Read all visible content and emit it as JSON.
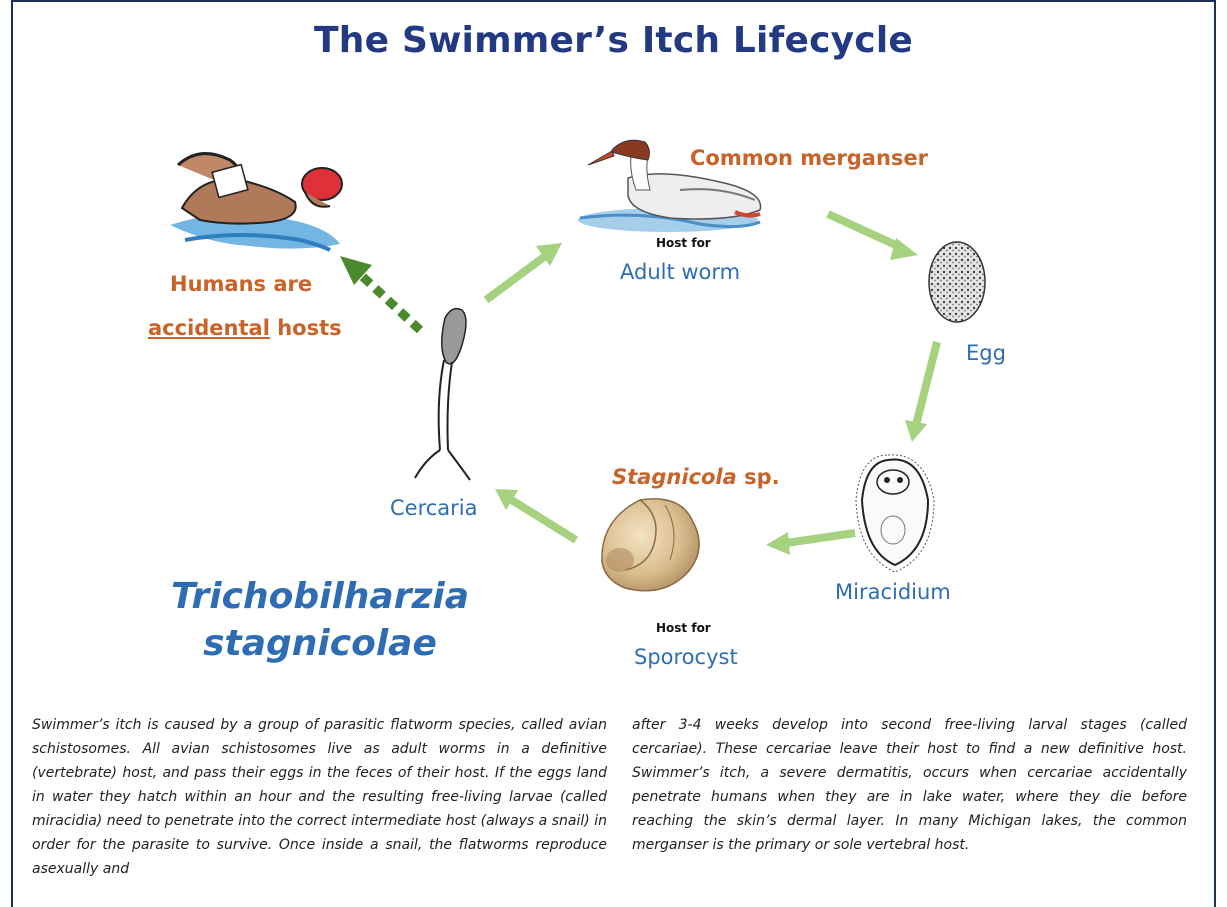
{
  "title": "The Swimmer’s Itch Lifecycle",
  "labels": {
    "merganser": "Common merganser",
    "merganser_host_for": "Host for",
    "merganser_stage": "Adult worm",
    "egg": "Egg",
    "miracidium": "Miracidium",
    "snail_name_italic": "Stagnicola",
    "snail_name_rest": " sp.",
    "snail_host_for": "Host for",
    "snail_stage": "Sporocyst",
    "cercaria": "Cercaria",
    "humans_line1": "Humans are",
    "humans_accidental": "accidental",
    "humans_hosts": " hosts"
  },
  "species": {
    "line1": "Trichobilharzia",
    "line2": "stagnicolae"
  },
  "body_text": {
    "left": "Swimmer’s itch is caused by a group of parasitic flatworm species, called avian schistosomes. All avian schistosomes live as adult worms in a definitive (vertebrate) host, and pass their eggs in the feces of their host. If the eggs land in water they hatch within an hour and the resulting free-living larvae (called miracidia) need to penetrate into the correct intermediate host (always a snail) in order for the parasite to survive. Once inside a snail, the flatworms reproduce asexually and",
    "right": "after 3-4 weeks develop into second free-living larval stages (called cercariae). These cercariae leave their host to find a new definitive host. Swimmer’s itch, a severe dermatitis, occurs when cercariae accidentally penetrate humans when they are in lake water, where they die before reaching the skin’s dermal layer. In many Michigan lakes, the common merganser is the primary or sole vertebral host."
  },
  "colors": {
    "title": "#233a82",
    "orange": "#c8632a",
    "blue": "#2e6db4",
    "arrow_green": "#a6d27f",
    "arrow_dashed": "#4a8a2c"
  },
  "icons": [
    "swimmer-icon",
    "merganser-icon",
    "egg-icon",
    "miracidium-icon",
    "snail-icon",
    "cercaria-icon"
  ]
}
